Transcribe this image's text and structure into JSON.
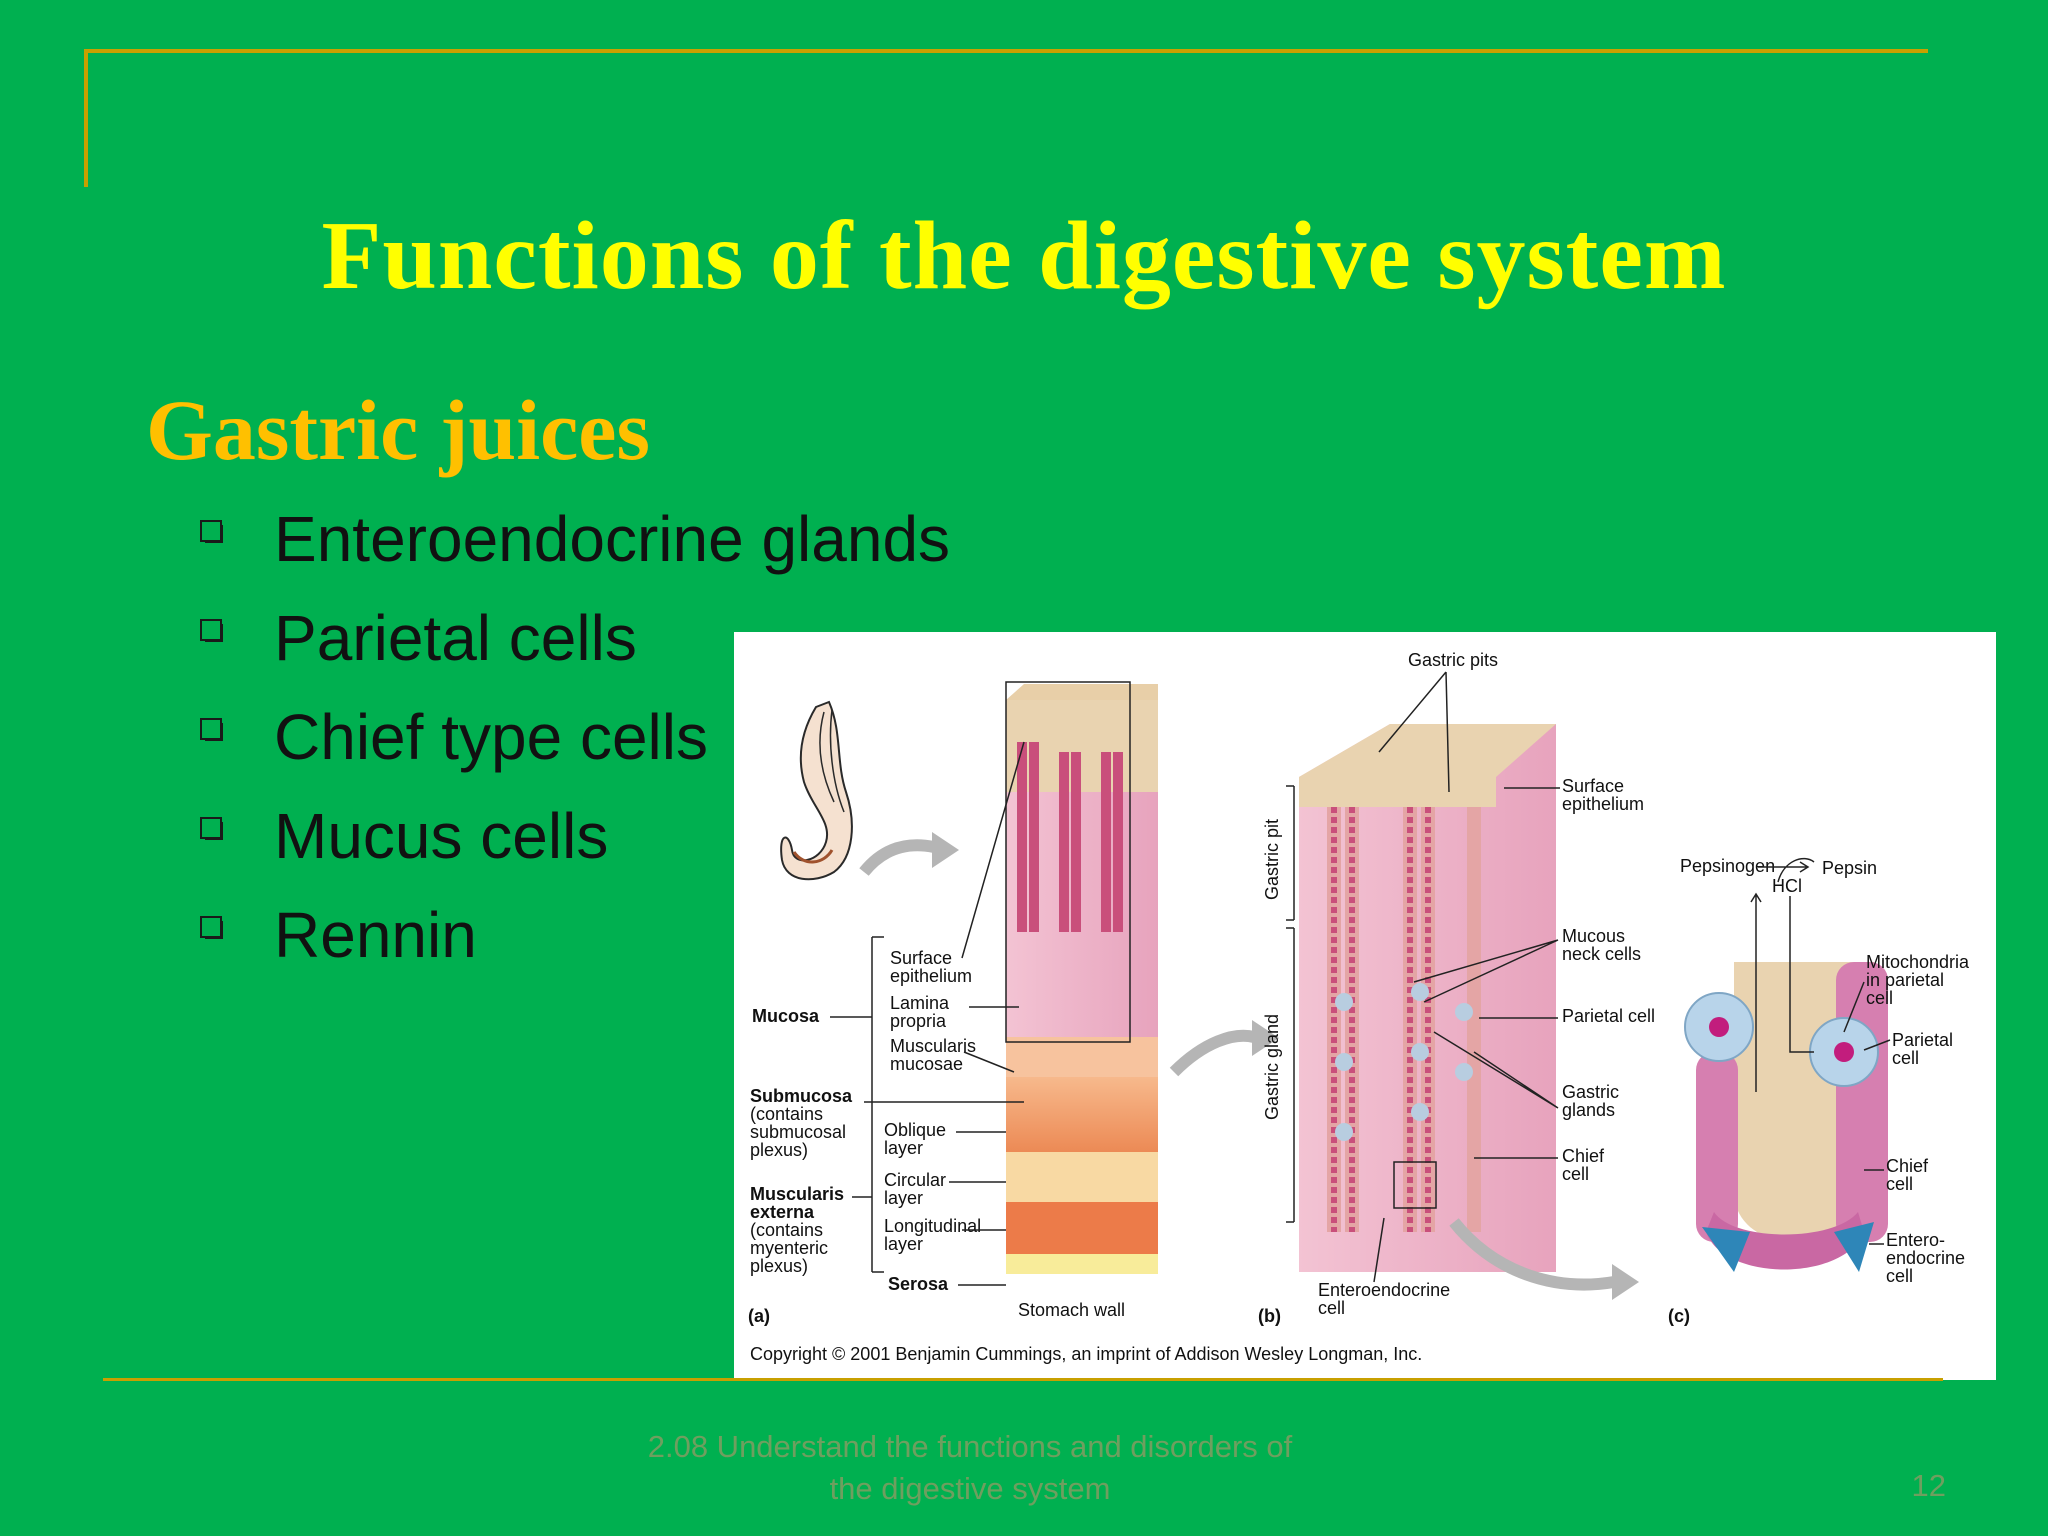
{
  "slide": {
    "title": "Functions of the digestive system",
    "subtitle": "Gastric juices",
    "bullets": [
      "Enteroendocrine glands",
      "Parietal cells",
      "Chief type cells",
      "Mucus cells",
      "Rennin"
    ],
    "footer_line1": "2.08 Understand the functions and disorders of",
    "footer_line2": "the digestive system",
    "page_number": "12",
    "colors": {
      "background": "#00b050",
      "title": "#ffff00",
      "subtitle": "#ffc000",
      "frame": "#c8a000"
    }
  },
  "figure": {
    "labels": {
      "gastric_pits": "Gastric pits",
      "surface_epithelium_a_1": "Surface",
      "surface_epithelium_a_2": "epithelium",
      "lamina_propria_1": "Lamina",
      "lamina_propria_2": "propria",
      "muscularis_mucosae_1": "Muscularis",
      "muscularis_mucosae_2": "mucosae",
      "mucosa": "Mucosa",
      "submucosa_1": "Submucosa",
      "submucosa_2": "(contains",
      "submucosa_3": "submucosal",
      "submucosa_4": "plexus)",
      "oblique_1": "Oblique",
      "oblique_2": "layer",
      "circular_1": "Circular",
      "circular_2": "layer",
      "longitudinal_1": "Longitudinal",
      "longitudinal_2": "layer",
      "muscularis_externa_1": "Muscularis",
      "muscularis_externa_2": "externa",
      "muscularis_externa_3": "(contains",
      "muscularis_externa_4": "myenteric",
      "muscularis_externa_5": "plexus)",
      "serosa": "Serosa",
      "stomach_wall": "Stomach wall",
      "panel_a": "(a)",
      "panel_b": "(b)",
      "panel_c": "(c)",
      "gastric_pit": "Gastric pit",
      "gastric_gland": "Gastric gland",
      "surface_epithelium_b_1": "Surface",
      "surface_epithelium_b_2": "epithelium",
      "mucous_neck_1": "Mucous",
      "mucous_neck_2": "neck cells",
      "parietal_cell_b": "Parietal cell",
      "gastric_glands_1": "Gastric",
      "gastric_glands_2": "glands",
      "chief_cell_b_1": "Chief",
      "chief_cell_b_2": "cell",
      "enteroendocrine_b_1": "Enteroendocrine",
      "enteroendocrine_b_2": "cell",
      "pepsinogen": "Pepsinogen",
      "pepsin": "Pepsin",
      "hcl": "HCl",
      "mitochondria_1": "Mitochondria",
      "mitochondria_2": "in parietal",
      "mitochondria_3": "cell",
      "parietal_c_1": "Parietal",
      "parietal_c_2": "cell",
      "chief_c_1": "Chief",
      "chief_c_2": "cell",
      "entero_c_1": "Entero-",
      "entero_c_2": "endocrine",
      "entero_c_3": "cell",
      "copyright": "Copyright © 2001 Benjamin Cummings, an imprint of Addison Wesley Longman, Inc."
    }
  }
}
